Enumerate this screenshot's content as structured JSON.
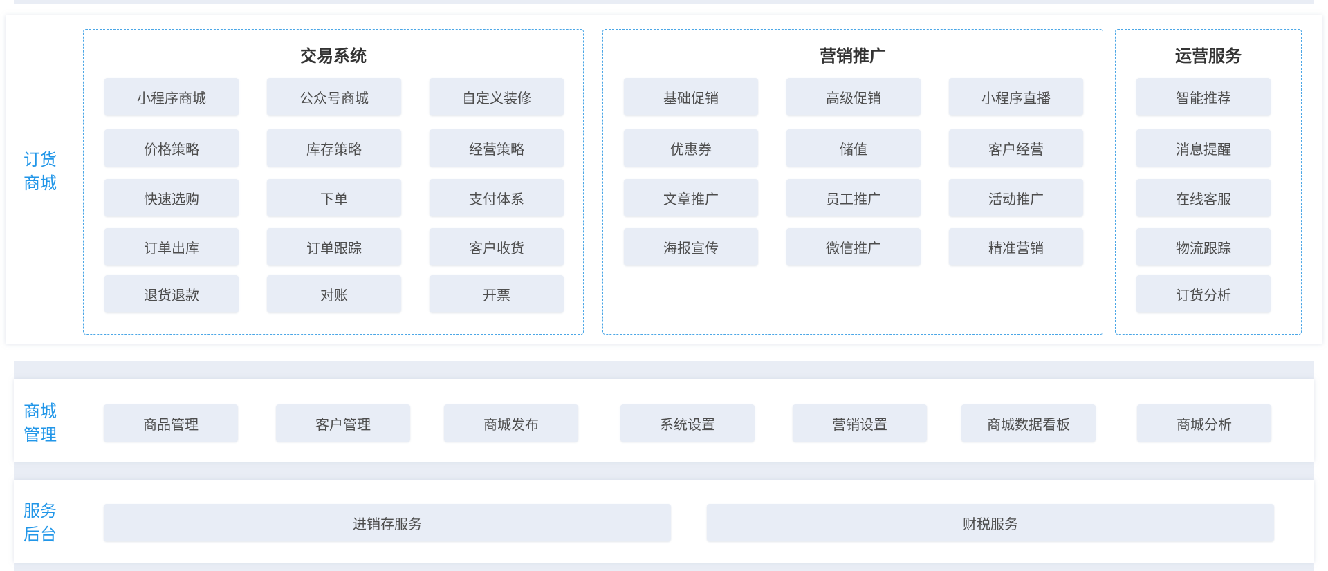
{
  "sections": {
    "mall": {
      "label_line1": "订货",
      "label_line2": "商城",
      "groups": {
        "trade": {
          "title": "交易系统",
          "items": [
            "小程序商城",
            "公众号商城",
            "自定义装修",
            "价格策略",
            "库存策略",
            "经营策略",
            "快速选购",
            "下单",
            "支付体系",
            "订单出库",
            "订单跟踪",
            "客户收货",
            "退货退款",
            "对账",
            "开票"
          ]
        },
        "marketing": {
          "title": "营销推广",
          "items": [
            "基础促销",
            "高级促销",
            "小程序直播",
            "优惠券",
            "储值",
            "客户经营",
            "文章推广",
            "员工推广",
            "活动推广",
            "海报宣传",
            "微信推广",
            "精准营销"
          ]
        },
        "operations": {
          "title": "运营服务",
          "items": [
            "智能推荐",
            "消息提醒",
            "在线客服",
            "物流跟踪",
            "订货分析"
          ]
        }
      }
    },
    "management": {
      "label_line1": "商城",
      "label_line2": "管理",
      "items": [
        "商品管理",
        "客户管理",
        "商城发布",
        "系统设置",
        "营销设置",
        "商城数据看板",
        "商城分析"
      ]
    },
    "backend": {
      "label_line1": "服务",
      "label_line2": "后台",
      "items": [
        "进销存服务",
        "财税服务"
      ]
    }
  },
  "colors": {
    "accent": "#2196e8",
    "dashed_border": "#4aa6e6",
    "tile_bg": "#e8edf6",
    "band_bg": "#e9edf5"
  }
}
